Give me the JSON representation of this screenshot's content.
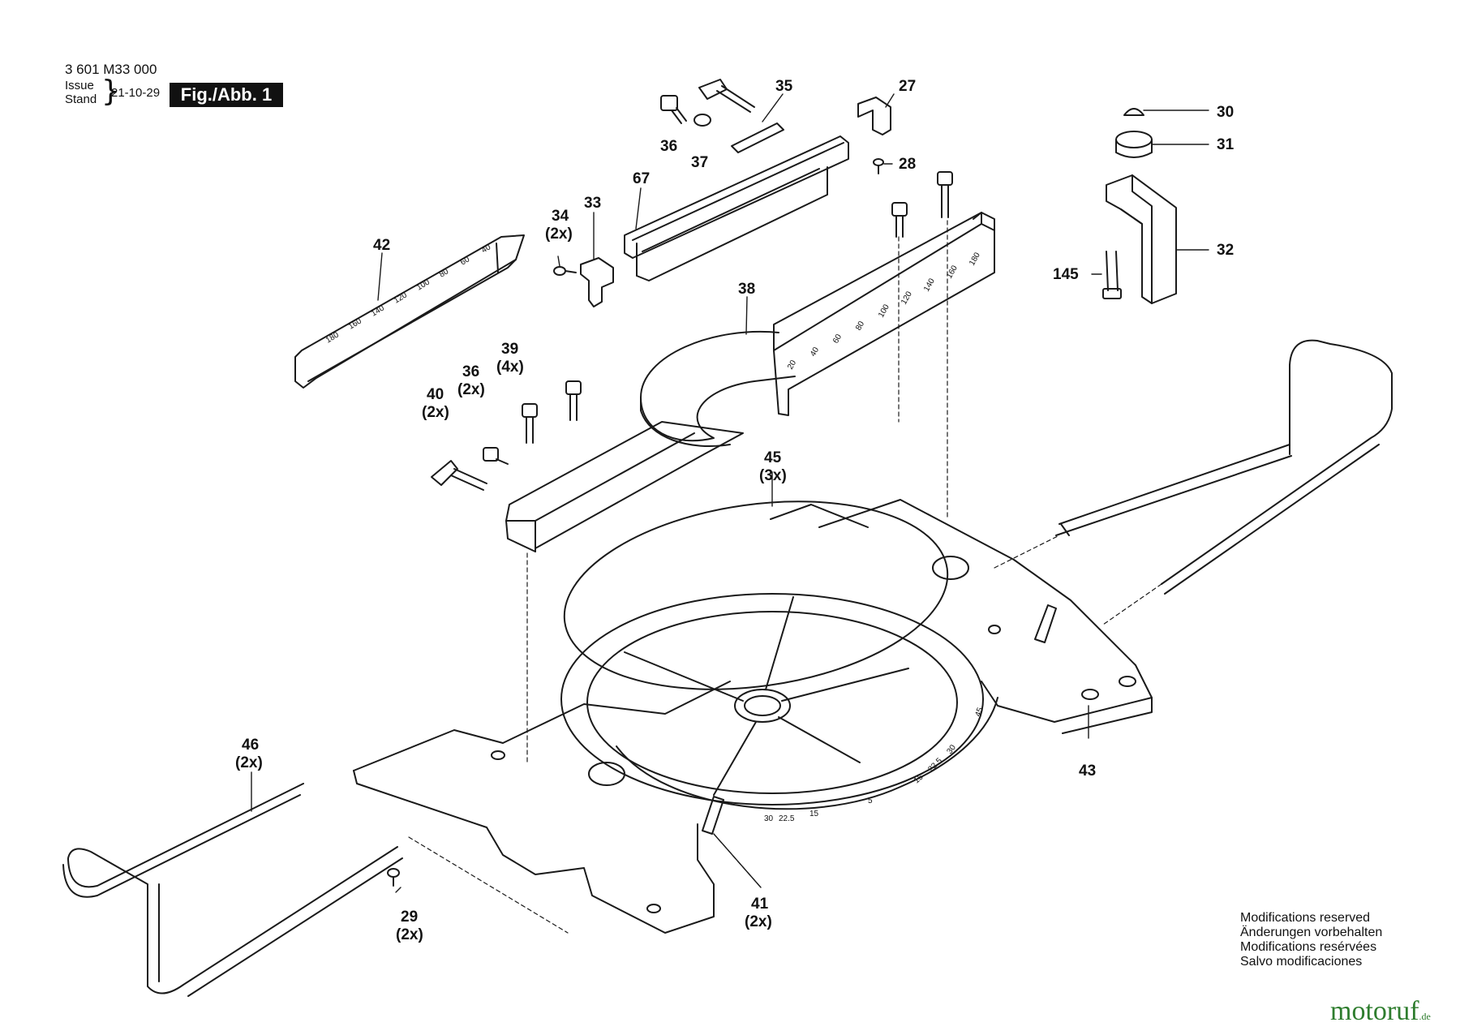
{
  "header": {
    "doc_number": "3 601 M33 000",
    "issue_label": "Issue",
    "stand_label": "Stand",
    "date": "21-10-29",
    "figure_label": "Fig./Abb. 1"
  },
  "labels": {
    "p35": "35",
    "p27": "27",
    "p36a": "36",
    "p37": "37",
    "p28": "28",
    "p30": "30",
    "p31": "31",
    "p32": "32",
    "p145": "145",
    "p67": "67",
    "p33": "33",
    "p34": "34",
    "p34q": "(2x)",
    "p42": "42",
    "p38": "38",
    "p39": "39",
    "p39q": "(4x)",
    "p36b": "36",
    "p36bq": "(2x)",
    "p40": "40",
    "p40q": "(2x)",
    "p45": "45",
    "p45q": "(3x)",
    "p43": "43",
    "p46": "46",
    "p46q": "(2x)",
    "p29": "29",
    "p29q": "(2x)",
    "p41": "41",
    "p41q": "(2x)"
  },
  "scales": {
    "left_fence": [
      "180",
      "160",
      "140",
      "120",
      "100",
      "80",
      "60",
      "40"
    ],
    "right_fence": [
      "20",
      "40",
      "60",
      "80",
      "100",
      "120",
      "140",
      "160",
      "180"
    ],
    "miter": [
      "30",
      "22.5",
      "15",
      "5",
      "15",
      "22.5",
      "30",
      "45"
    ]
  },
  "notes": {
    "line1": "Modifications reserved",
    "line2": "Änderungen vorbehalten",
    "line3": "Modifications resérvées",
    "line4": "Salvo modificaciones"
  },
  "brand": {
    "name": "motoruf",
    "suffix": ".de"
  },
  "colors": {
    "line": "#1a1a1a",
    "brand": "#2e7d2e"
  }
}
